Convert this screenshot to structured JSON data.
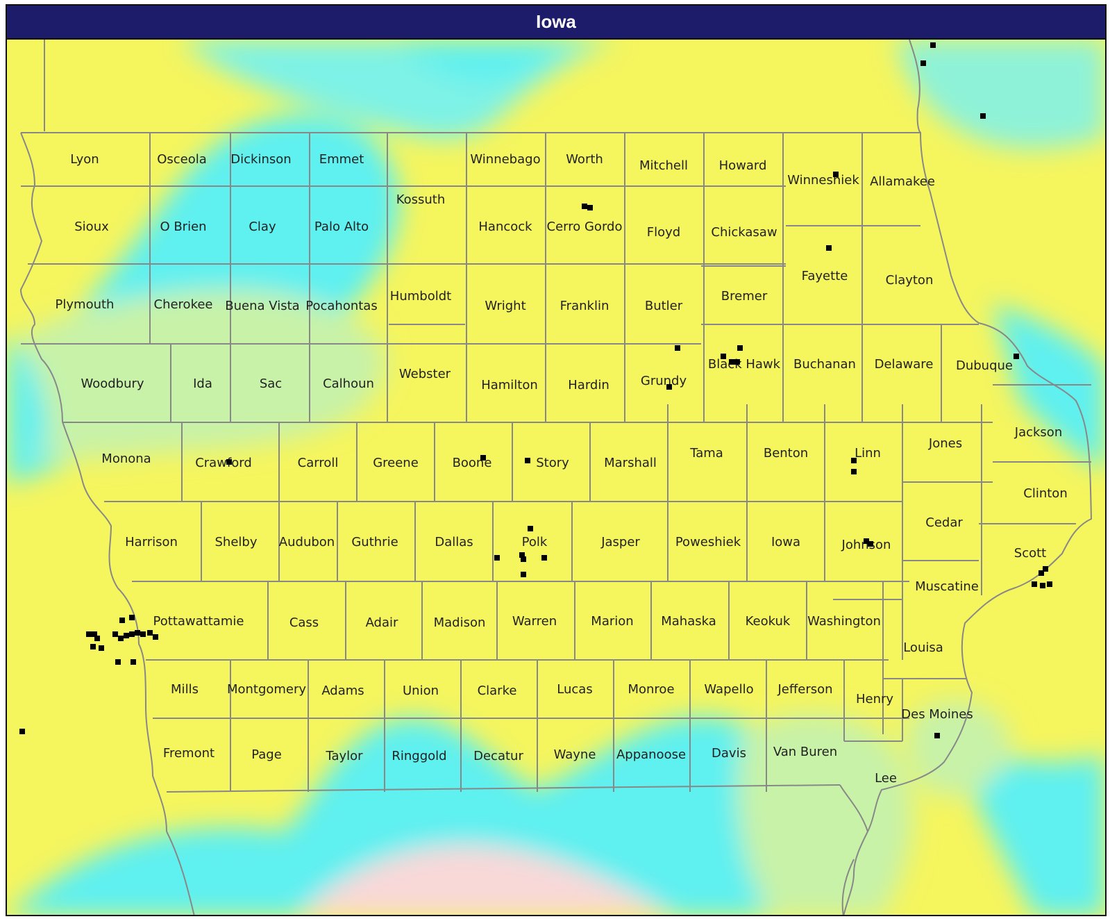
{
  "title": "Iowa",
  "colors": {
    "title_bar": "#1c1c6b",
    "background_yellow": "#f5f55e",
    "cyan": "#5ff0f0",
    "light_green": "#c8f2a8",
    "boundary": "#888888",
    "site_marker": "#000000"
  },
  "counties": [
    {
      "name": "Lyon"
    },
    {
      "name": "Osceola"
    },
    {
      "name": "Dickinson"
    },
    {
      "name": "Emmet"
    },
    {
      "name": "Kossuth"
    },
    {
      "name": "Winnebago"
    },
    {
      "name": "Worth"
    },
    {
      "name": "Mitchell"
    },
    {
      "name": "Howard"
    },
    {
      "name": "Winneshiek"
    },
    {
      "name": "Allamakee"
    },
    {
      "name": "Sioux"
    },
    {
      "name": "O Brien"
    },
    {
      "name": "Clay"
    },
    {
      "name": "Palo Alto"
    },
    {
      "name": "Hancock"
    },
    {
      "name": "Cerro Gordo"
    },
    {
      "name": "Floyd"
    },
    {
      "name": "Chickasaw"
    },
    {
      "name": "Fayette"
    },
    {
      "name": "Clayton"
    },
    {
      "name": "Plymouth"
    },
    {
      "name": "Cherokee"
    },
    {
      "name": "Buena Vista"
    },
    {
      "name": "Pocahontas"
    },
    {
      "name": "Humboldt"
    },
    {
      "name": "Wright"
    },
    {
      "name": "Franklin"
    },
    {
      "name": "Butler"
    },
    {
      "name": "Bremer"
    },
    {
      "name": "Woodbury"
    },
    {
      "name": "Ida"
    },
    {
      "name": "Sac"
    },
    {
      "name": "Calhoun"
    },
    {
      "name": "Webster"
    },
    {
      "name": "Hamilton"
    },
    {
      "name": "Hardin"
    },
    {
      "name": "Grundy"
    },
    {
      "name": "Black Hawk"
    },
    {
      "name": "Buchanan"
    },
    {
      "name": "Delaware"
    },
    {
      "name": "Dubuque"
    },
    {
      "name": "Monona"
    },
    {
      "name": "Crawford"
    },
    {
      "name": "Carroll"
    },
    {
      "name": "Greene"
    },
    {
      "name": "Boone"
    },
    {
      "name": "Story"
    },
    {
      "name": "Marshall"
    },
    {
      "name": "Tama"
    },
    {
      "name": "Benton"
    },
    {
      "name": "Linn"
    },
    {
      "name": "Jones"
    },
    {
      "name": "Jackson"
    },
    {
      "name": "Clinton"
    },
    {
      "name": "Harrison"
    },
    {
      "name": "Shelby"
    },
    {
      "name": "Audubon"
    },
    {
      "name": "Guthrie"
    },
    {
      "name": "Dallas"
    },
    {
      "name": "Polk"
    },
    {
      "name": "Jasper"
    },
    {
      "name": "Poweshiek"
    },
    {
      "name": "Iowa"
    },
    {
      "name": "Johnson"
    },
    {
      "name": "Cedar"
    },
    {
      "name": "Scott"
    },
    {
      "name": "Muscatine"
    },
    {
      "name": "Pottawattamie"
    },
    {
      "name": "Cass"
    },
    {
      "name": "Adair"
    },
    {
      "name": "Madison"
    },
    {
      "name": "Warren"
    },
    {
      "name": "Marion"
    },
    {
      "name": "Mahaska"
    },
    {
      "name": "Keokuk"
    },
    {
      "name": "Washington"
    },
    {
      "name": "Louisa"
    },
    {
      "name": "Mills"
    },
    {
      "name": "Montgomery"
    },
    {
      "name": "Adams"
    },
    {
      "name": "Union"
    },
    {
      "name": "Clarke"
    },
    {
      "name": "Lucas"
    },
    {
      "name": "Monroe"
    },
    {
      "name": "Wapello"
    },
    {
      "name": "Jefferson"
    },
    {
      "name": "Henry"
    },
    {
      "name": "Des Moines"
    },
    {
      "name": "Fremont"
    },
    {
      "name": "Page"
    },
    {
      "name": "Taylor"
    },
    {
      "name": "Ringgold"
    },
    {
      "name": "Decatur"
    },
    {
      "name": "Wayne"
    },
    {
      "name": "Appanoose"
    },
    {
      "name": "Davis"
    },
    {
      "name": "Van Buren"
    },
    {
      "name": "Lee"
    }
  ]
}
